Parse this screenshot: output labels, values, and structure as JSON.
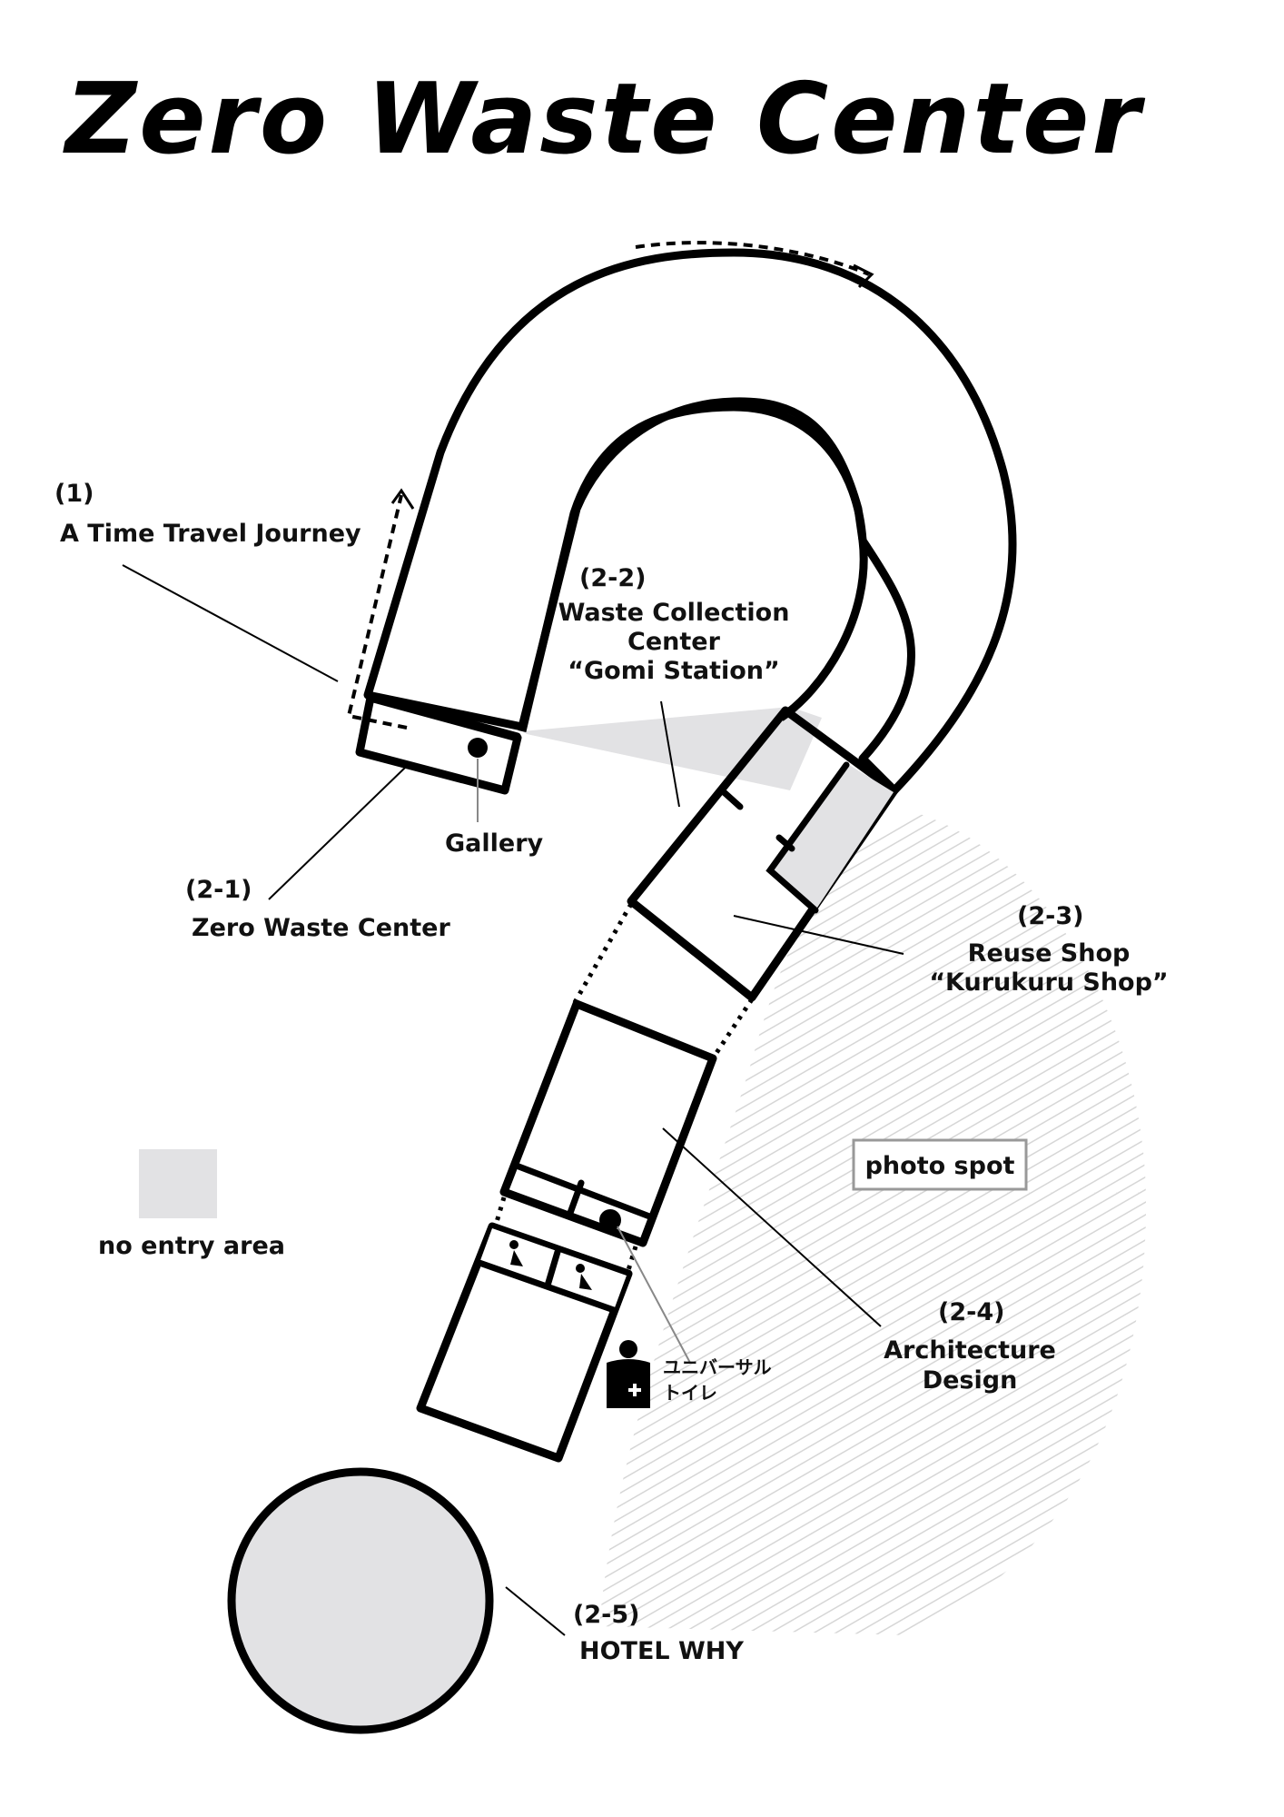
{
  "title": "Zero Waste Center",
  "colors": {
    "no_entry_fill": "#e2e2e4",
    "outline": "#000000",
    "photo_spot_hatch": "#d8d8d8",
    "background": "#ffffff"
  },
  "labels": {
    "time_travel": {
      "num": "(1)",
      "name": "A Time Travel Journey"
    },
    "waste_collection": {
      "num": "(2-2)",
      "line1": "Waste Collection",
      "line2": "Center",
      "line3": "“Gomi Station”"
    },
    "gallery": {
      "name": "Gallery"
    },
    "zero_waste": {
      "num": "(2-1)",
      "name": "Zero Waste Center"
    },
    "reuse_shop": {
      "num": "(2-3)",
      "line1": "Reuse Shop",
      "line2": "“Kurukuru Shop”"
    },
    "photo_spot": {
      "name": "photo spot"
    },
    "no_entry": {
      "name": "no entry area"
    },
    "architecture": {
      "num": "(2-4)",
      "line1": "Architecture",
      "line2": "Design"
    },
    "toilet": {
      "line1": "ユニバーサル",
      "line2": "トイレ"
    },
    "hotel": {
      "num": "(2-5)",
      "name": "HOTEL WHY"
    }
  },
  "legend": {
    "no_entry_swatch": "no-entry-swatch"
  },
  "icons": {
    "restroom_female": "female-restroom-icon",
    "restroom_male": "male-restroom-icon",
    "accessible_toilet": "accessible-toilet-icon",
    "exhibit_dot": "dot-marker-icon"
  }
}
